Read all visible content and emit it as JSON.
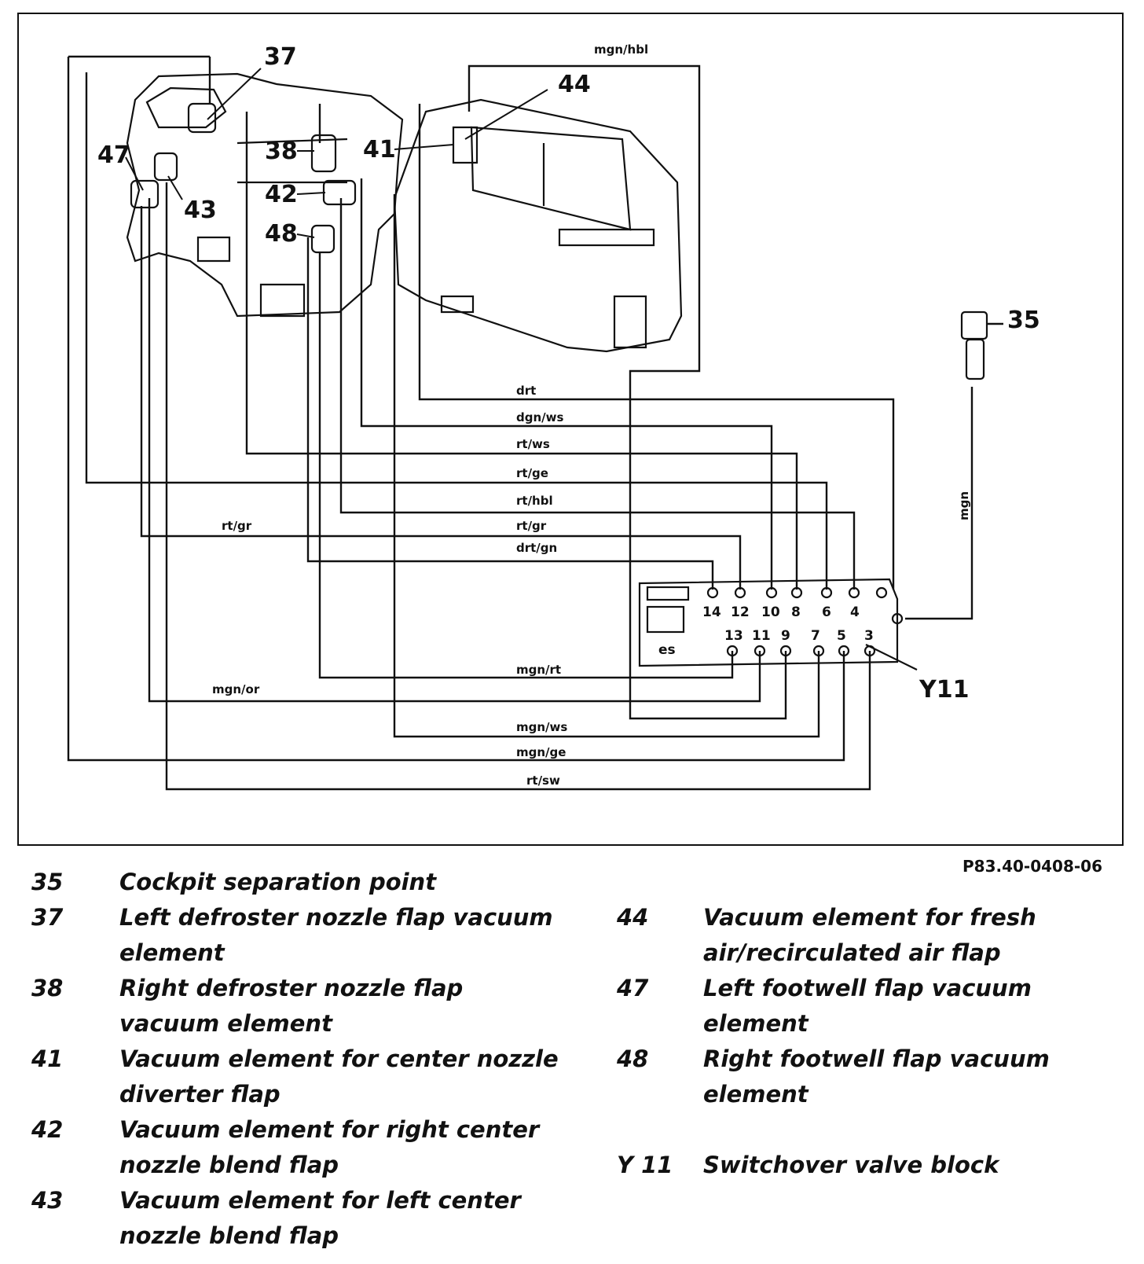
{
  "figure_code": "P83.40-0408-06",
  "callouts": {
    "c35": "35",
    "c37": "37",
    "c38": "38",
    "c41": "41",
    "c42": "42",
    "c43": "43",
    "c44": "44",
    "c47": "47",
    "c48": "48",
    "cY11": "Y11",
    "c_es": "es"
  },
  "valve_ports": {
    "top_row": [
      "14",
      "12",
      "10",
      "8",
      "6",
      "4"
    ],
    "bottom_row": [
      "13",
      "11",
      "9",
      "7",
      "5",
      "3"
    ]
  },
  "wire_labels": {
    "mgn_hbl": "mgn/hbl",
    "drt": "drt",
    "dgn_ws": "dgn/ws",
    "rt_ws": "rt/ws",
    "rt_ge": "rt/ge",
    "rt_hbl": "rt/hbl",
    "rt_gr_left": "rt/gr",
    "rt_gr": "rt/gr",
    "drt_gn": "drt/gn",
    "mgn_rt": "mgn/rt",
    "mgn_or": "mgn/or",
    "mgn_ws": "mgn/ws",
    "mgn_ge": "mgn/ge",
    "rt_sw": "rt/sw",
    "mgn": "mgn"
  },
  "legend": {
    "left": [
      {
        "num": "35",
        "text": "Cockpit separation point"
      },
      {
        "num": "37",
        "text": "Left defroster nozzle flap vacuum element"
      },
      {
        "num": "38",
        "text": "Right defroster nozzle flap vacuum element"
      },
      {
        "num": "41",
        "text": "Vacuum element for center nozzle diverter flap"
      },
      {
        "num": "42",
        "text": "Vacuum element for right center nozzle blend flap"
      },
      {
        "num": "43",
        "text": "Vacuum element for left center nozzle blend flap"
      }
    ],
    "right": [
      {
        "num": "44",
        "text": "Vacuum element for fresh air/recirculated air flap"
      },
      {
        "num": "47",
        "text": "Left footwell flap vacuum element"
      },
      {
        "num": "48",
        "text": "Right footwell flap vacuum element"
      },
      {
        "num": "",
        "text": ""
      },
      {
        "num": "Y 11",
        "text": "Switchover valve block"
      }
    ]
  }
}
